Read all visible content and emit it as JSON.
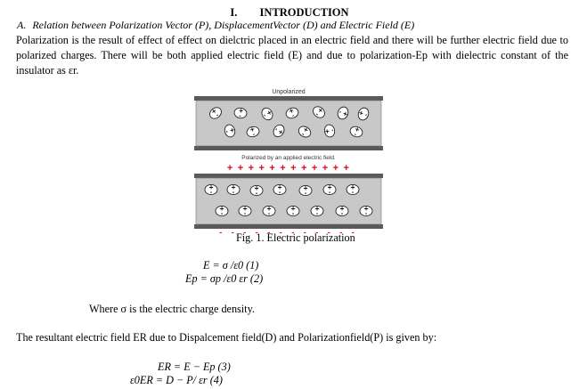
{
  "section": {
    "number": "I.",
    "title": "INTRODUCTION"
  },
  "subsection": {
    "label": "A.",
    "title": "Relation between Polarization Vector (P), DisplacementVector (D) and Electric Field (E)"
  },
  "paragraph": "Polarization is the result of effect of effect on dielctric placed in an electric field and there will be further electric field due to polarized charges. There will be both applied electric field (E) and due to polarization-Ep with dielectric constant of the insulator as εr.",
  "figure": {
    "top_label": "Unpolarized",
    "middle_label": "Polarized by an applied electric field.",
    "caption": "Fig. 1. Electric polarization",
    "plus_signs": "+ + + + + + + + + + + +",
    "minus_signs": "- - - - - - - - - - - -",
    "colors": {
      "plate": "#5a5a5a",
      "panel": "#c8c8c8",
      "plus": "#e8001c",
      "minus": "#e8001c"
    }
  },
  "equations": {
    "eq1": "E = σ /ε0 (1)",
    "eq2": "Ep = σp /ε0 εr (2)",
    "where": "Where σ is the electric charge density.",
    "resultant": "The resultant electric field ER due to Dispalcement field(D) and Polarizationfield(P) is given by:",
    "eq3": "ER = E − Ep (3)",
    "eq4": "ε0ER = D − P/ εr (4)"
  }
}
